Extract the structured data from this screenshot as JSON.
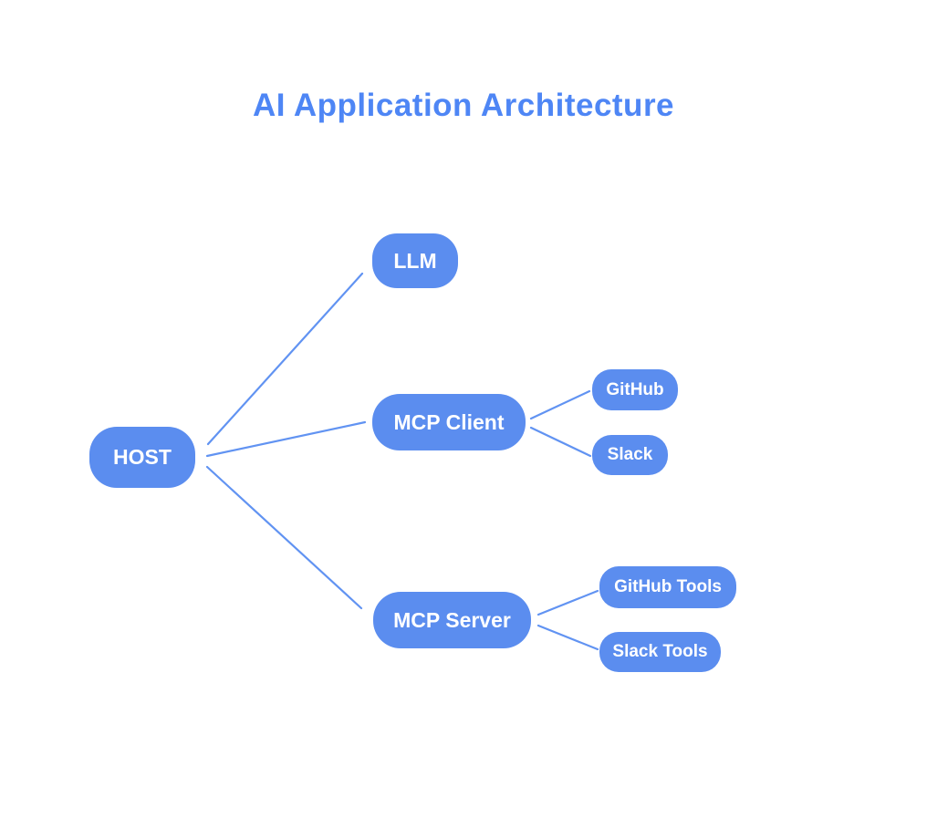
{
  "title": "AI Application Architecture",
  "colors": {
    "title": "#4e86f5",
    "node_fill": "#5b8def",
    "node_text": "#ffffff",
    "connector": "#6193f2",
    "background": "#ffffff"
  },
  "nodes": {
    "host": {
      "label": "HOST"
    },
    "llm": {
      "label": "LLM"
    },
    "mcp_client": {
      "label": "MCP Client"
    },
    "github": {
      "label": "GitHub"
    },
    "slack": {
      "label": "Slack"
    },
    "mcp_server": {
      "label": "MCP Server"
    },
    "github_tools": {
      "label": "GitHub Tools"
    },
    "slack_tools": {
      "label": "Slack Tools"
    }
  },
  "edges": [
    {
      "from": "HOST",
      "to": "LLM"
    },
    {
      "from": "HOST",
      "to": "MCP Client"
    },
    {
      "from": "HOST",
      "to": "MCP Server"
    },
    {
      "from": "MCP Client",
      "to": "GitHub"
    },
    {
      "from": "MCP Client",
      "to": "Slack"
    },
    {
      "from": "MCP Server",
      "to": "GitHub Tools"
    },
    {
      "from": "MCP Server",
      "to": "Slack Tools"
    }
  ]
}
